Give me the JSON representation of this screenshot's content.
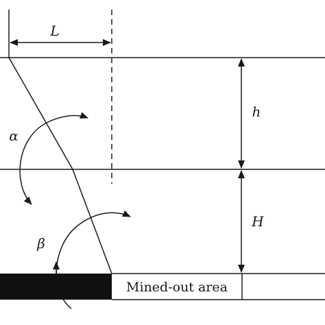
{
  "labels": {
    "L": "L",
    "h": "h",
    "H": "H",
    "alpha": "α",
    "beta": "β",
    "mined_out": "Mined-out area"
  },
  "colors": {
    "ink": "#1a1a1a",
    "fill_dark": "#111111",
    "background": "#ffffff"
  }
}
